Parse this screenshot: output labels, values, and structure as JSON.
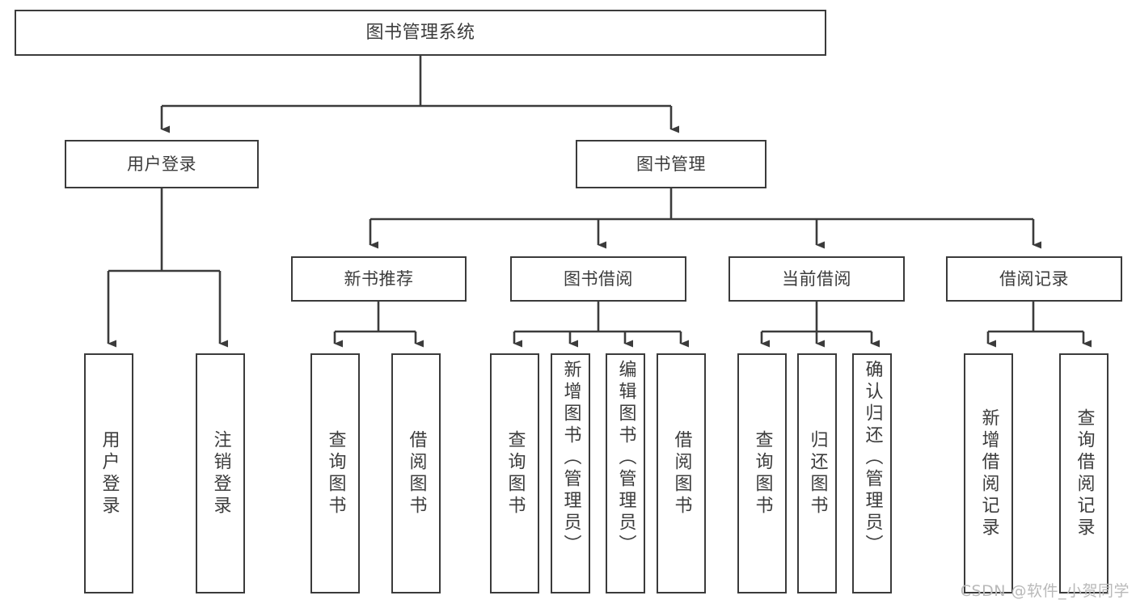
{
  "diagram": {
    "type": "tree-hierarchy",
    "title": "图书管理系统",
    "watermark": "CSDN @软件_小贺同学",
    "colors": {
      "box_border": "#3b3b3b",
      "box_fill": "#ffffff",
      "text": "#3c3c3c",
      "connector": "#3b3b3b",
      "watermark": "#b9b9b9",
      "background": "#ffffff"
    },
    "root": {
      "label": "图书管理系统"
    },
    "level2": [
      {
        "label": "用户登录"
      },
      {
        "label": "图书管理"
      }
    ],
    "level3": [
      {
        "label": "新书推荐"
      },
      {
        "label": "图书借阅"
      },
      {
        "label": "当前借阅"
      },
      {
        "label": "借阅记录"
      }
    ],
    "leaves": {
      "user_login": [
        {
          "label": "用户登录"
        },
        {
          "label": "注销登录"
        }
      ],
      "new_book_recommend": [
        {
          "label": "查询图书"
        },
        {
          "label": "借阅图书"
        }
      ],
      "book_borrow": [
        {
          "label": "查询图书"
        },
        {
          "label": "新增图书（管理员）"
        },
        {
          "label": "编辑图书（管理员）"
        },
        {
          "label": "借阅图书"
        }
      ],
      "current_borrow": [
        {
          "label": "查询图书"
        },
        {
          "label": "归还图书"
        },
        {
          "label": "确认归还（管理员）"
        }
      ],
      "borrow_record": [
        {
          "label": "新增借阅记录"
        },
        {
          "label": "查询借阅记录"
        }
      ]
    }
  }
}
